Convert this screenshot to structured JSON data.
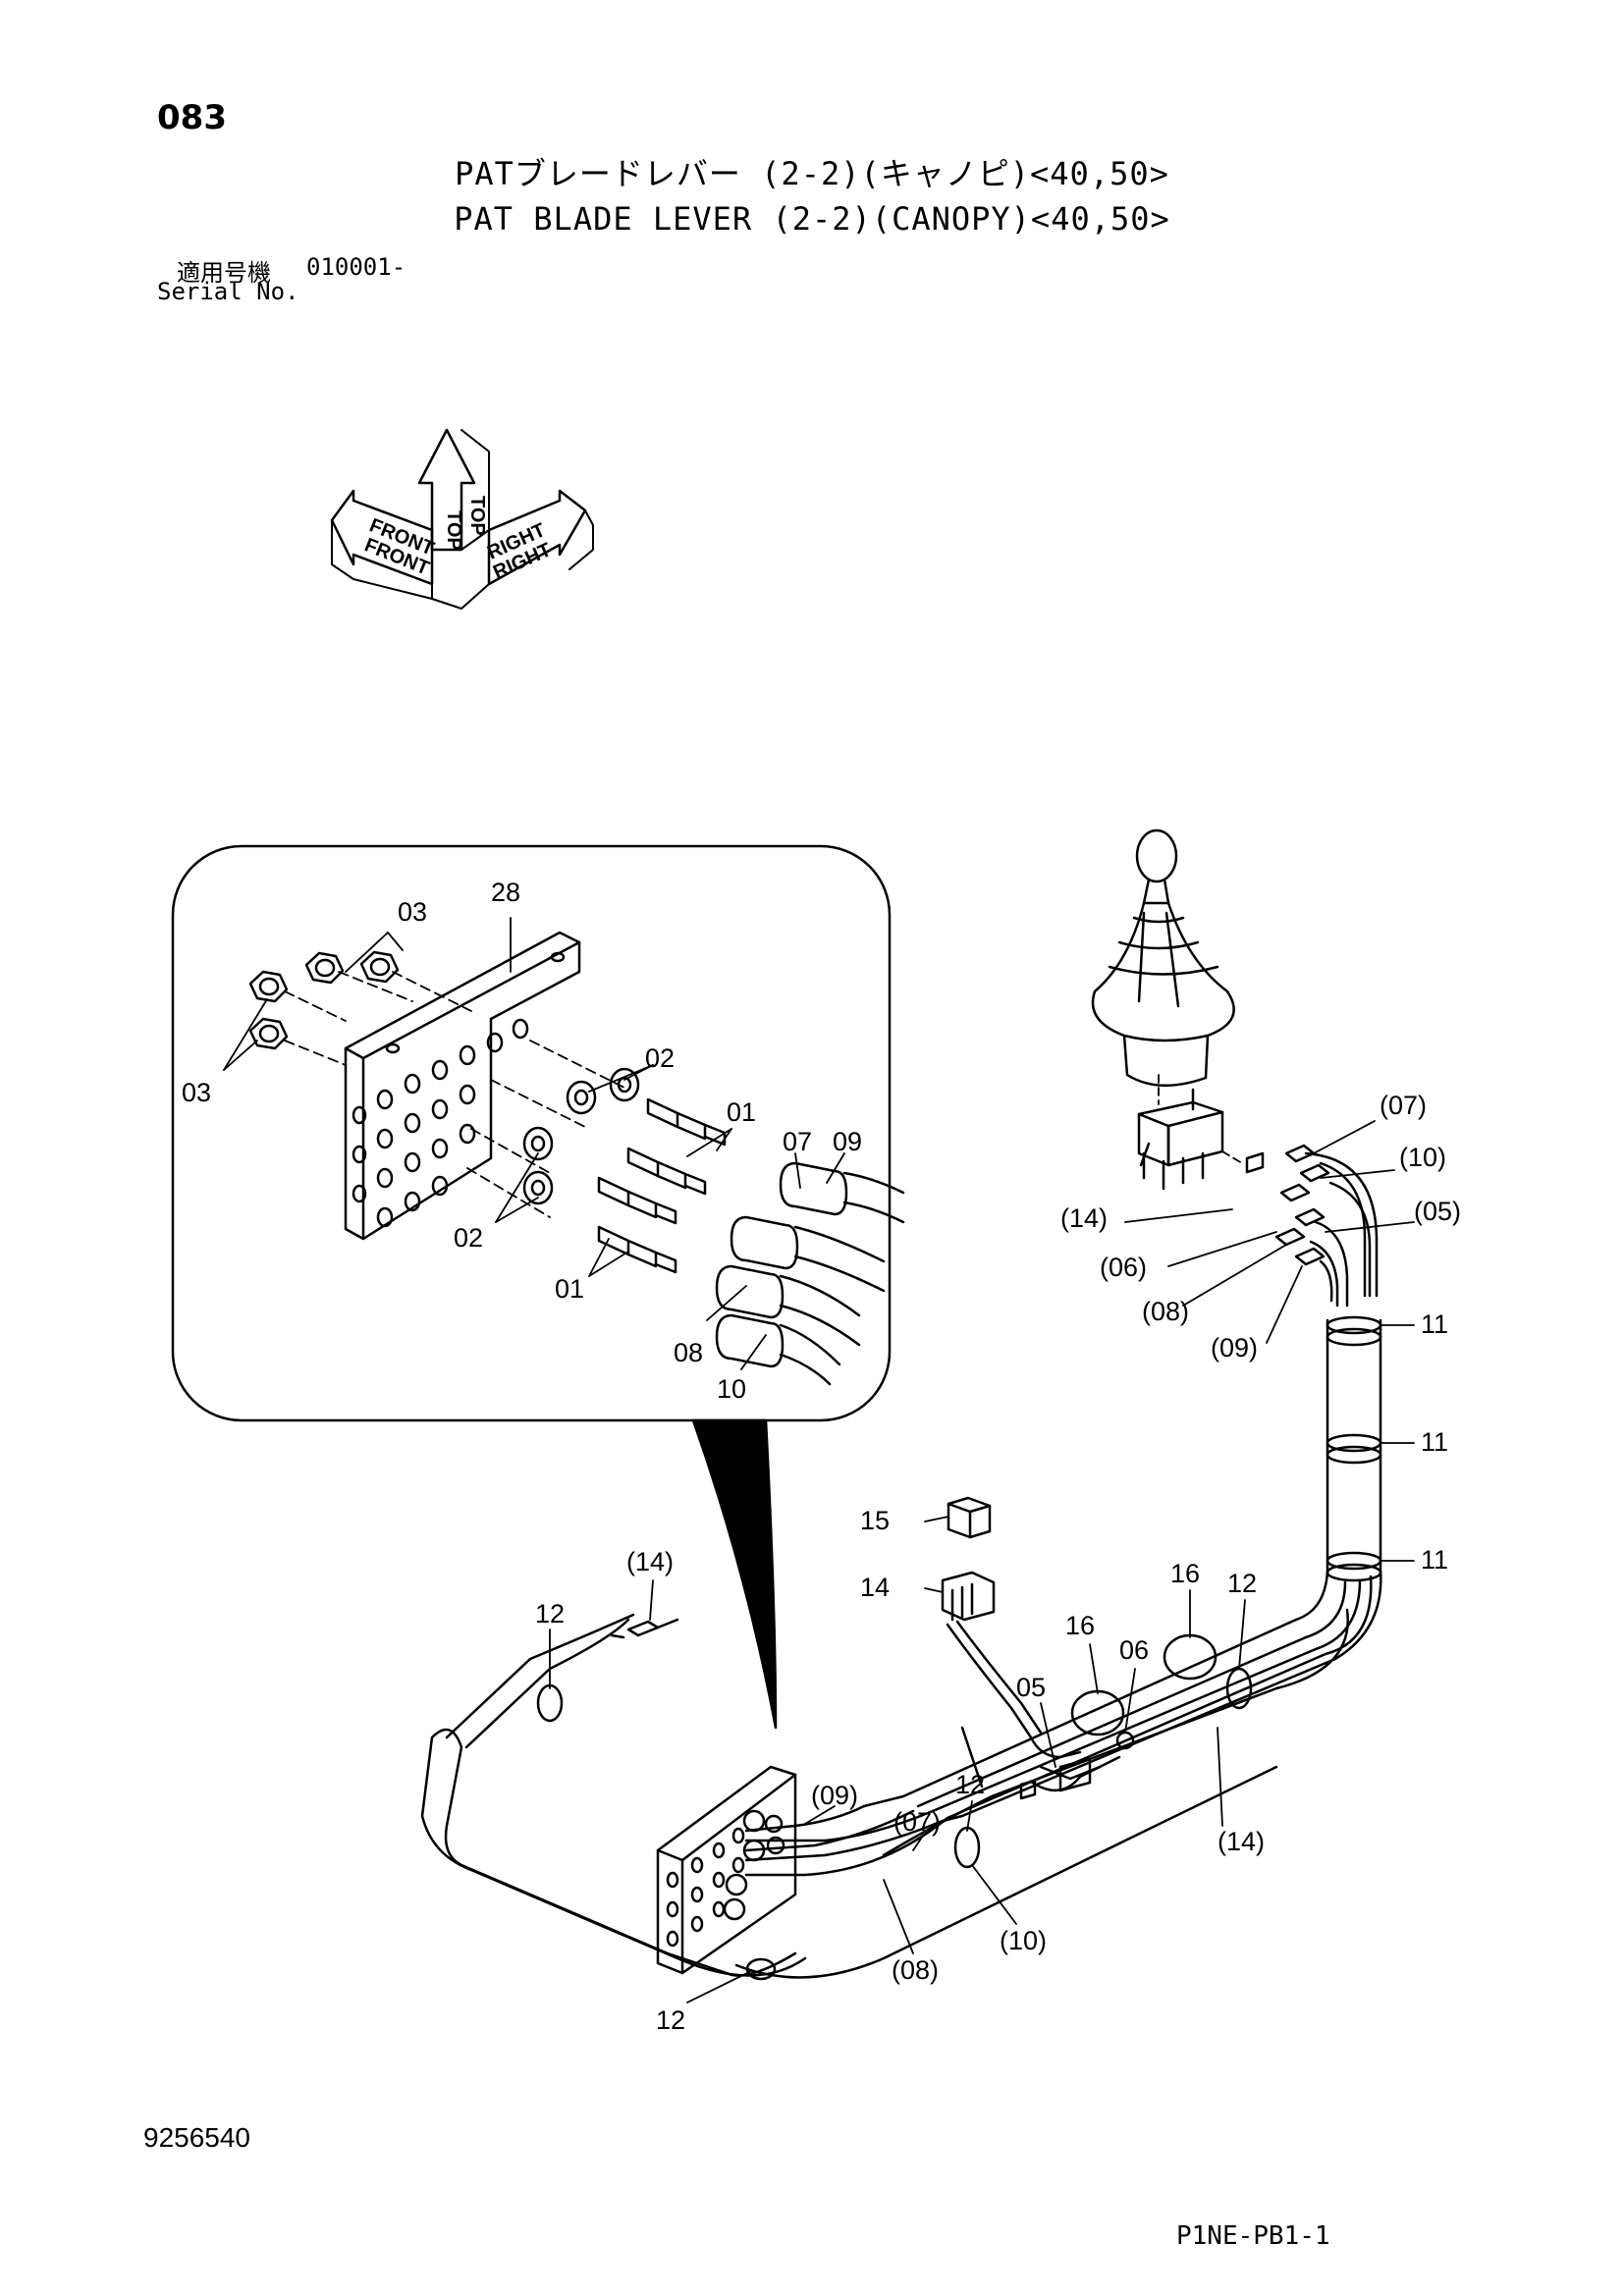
{
  "header": {
    "page_number": "083",
    "title_jp": "PATブレードレバー (2-2)(キャノピ)<40,50>",
    "title_en": "PAT BLADE LEVER (2-2)(CANOPY)<40,50>",
    "serial_label_jp": "適用号機",
    "serial_value": "010001-",
    "serial_label_en": "Serial No."
  },
  "orientation": {
    "top_label": "TOP",
    "front_label": "FRONT",
    "right_label": "RIGHT"
  },
  "detail_callouts": {
    "c28": "28",
    "c03_top": "03",
    "c03_left": "03",
    "c02_top": "02",
    "c02_bottom": "02",
    "c01_top": "01",
    "c01_bottom": "01",
    "c07": "07",
    "c09": "09",
    "c08": "08",
    "c10": "10"
  },
  "main_callouts": {
    "p07": "(07)",
    "p10": "(10)",
    "p05": "(05)",
    "p14_top": "(14)",
    "p06": "(06)",
    "p08_top": "(08)",
    "p09_top": "(09)",
    "c11_a": "11",
    "c11_b": "11",
    "c11_c": "11",
    "c15": "15",
    "c14": "14",
    "p14_left": "(14)",
    "c12_left": "12",
    "c16_a": "16",
    "c16_b": "16",
    "c12_right": "12",
    "c06": "06",
    "c05": "05",
    "c12_mid": "12",
    "p09_bot": "(09)",
    "p07_bot": "(07)",
    "p14_bot": "(14)",
    "p10_bot": "(10)",
    "p08_bot": "(08)",
    "c12_bottom": "12"
  },
  "footer": {
    "document_number": "9256540",
    "figure_code": "P1NE-PB1-1"
  }
}
